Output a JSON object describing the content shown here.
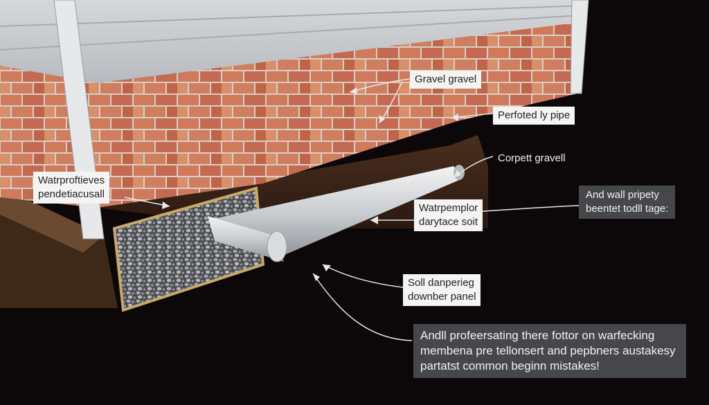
{
  "labels": {
    "gravel": "Gravel gravel",
    "pipe": "Perfoted ly pipe",
    "corpett": "Corpett gravell",
    "wall_property": [
      "And wall pripety",
      "beentet todll tage:"
    ],
    "waterproof_left": [
      "Watrproftieves",
      "pendetiacusall"
    ],
    "membrane": [
      "Watrpemplor",
      "darytace soit"
    ],
    "soil": [
      "Soll danperieg",
      "downber panel"
    ],
    "bottom_note": [
      "Andll profeersating there fottor on warfecking",
      "membena pre tellonsert and pepbners austakesy",
      "partatst common beginn mistakes!"
    ]
  },
  "colors": {
    "background": "#0c0708",
    "siding": "#c9ccd0",
    "brick": "#cf7a5e",
    "gravel": "#8a8c90",
    "pipe": "#cfd2d5",
    "soil": "#5a3a24"
  }
}
